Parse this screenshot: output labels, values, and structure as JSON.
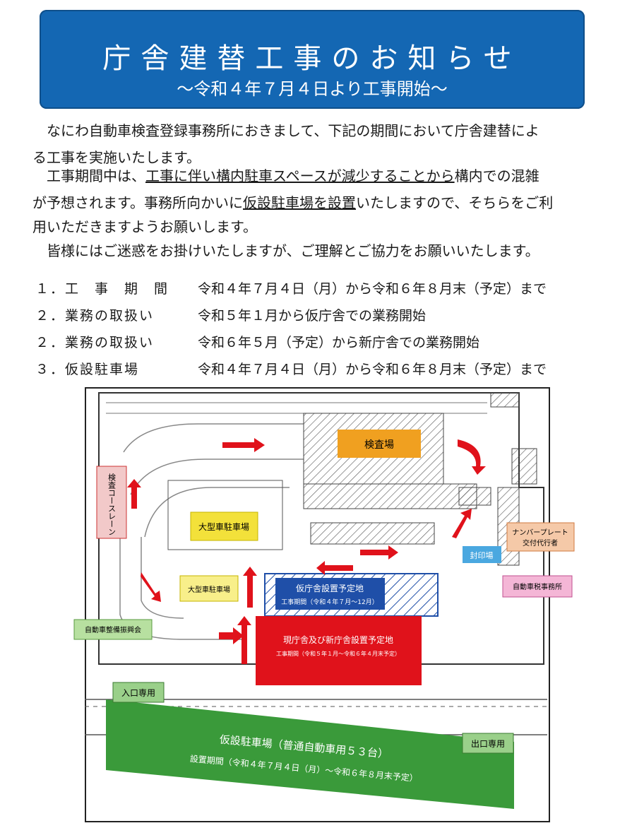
{
  "header": {
    "title": "庁舎建替工事のお知らせ",
    "subtitle": "～令和４年７月４日より工事開始～"
  },
  "intro": {
    "p1_line1": "なにわ自動車検査登録事務所におきまして、下記の期間において庁舎建替によ",
    "p1_line2": "る工事を実施いたします。",
    "p2_line1_a": "工事期間中は、",
    "p2_line1_b": "工事に伴い構内駐車スペースが減少することから",
    "p2_line1_c": "構内での混雑",
    "p2_line2_a": "が予想されます。事務所向かいに",
    "p2_line2_b": "仮設駐車場を設置",
    "p2_line2_c": "いたしますので、そちらをご利",
    "p2_line3": "用いただきますようお願いします。",
    "p3": "皆様にはご迷惑をお掛けいたしますが、ご理解とご協力をお願いいたします。"
  },
  "items": [
    {
      "label": "１．工　事　期　間",
      "value": "令和４年７月４日（月）から令和６年８月末（予定）まで"
    },
    {
      "label": "２．業務の取扱い",
      "value": "令和５年１月から仮庁舎での業務開始"
    },
    {
      "label": "２．業務の取扱い",
      "value": "令和６年５月（予定）から新庁舎での業務開始"
    },
    {
      "label": "３．仮設駐車場",
      "value": "令和４年７月４日（月）から令和６年８月末（予定）まで"
    }
  ],
  "map": {
    "inspection": "検査場",
    "lane": "検査コースレーン",
    "large_parking": "大型車駐車場",
    "large_parking_small": "大型車駐車場",
    "seal": "封印場",
    "plate": "ナンバープレート",
    "plate2": "交付代行者",
    "tax": "自動車税事務所",
    "maint": "自動車整備振興会",
    "temp_office": "仮庁舎設置予定地",
    "temp_office_period": "工事期間（令和４年７月～12月）",
    "new_office": "現庁舎及び新庁舎設置予定地",
    "new_office_period": "工事期間（令和５年１月～令和６年４月末予定）",
    "entrance": "入口専用",
    "exit": "出口専用",
    "temp_parking": "仮設駐車場（普通自動車用５３台）",
    "temp_parking_period": "設置期間（令和４年７月４日（月）～令和６年８月末予定）",
    "colors": {
      "red": "#e0121b",
      "blue": "#1f4fa8",
      "green": "#3a9a3a",
      "orange": "#f0a020",
      "yellow": "#f3e13a"
    }
  }
}
